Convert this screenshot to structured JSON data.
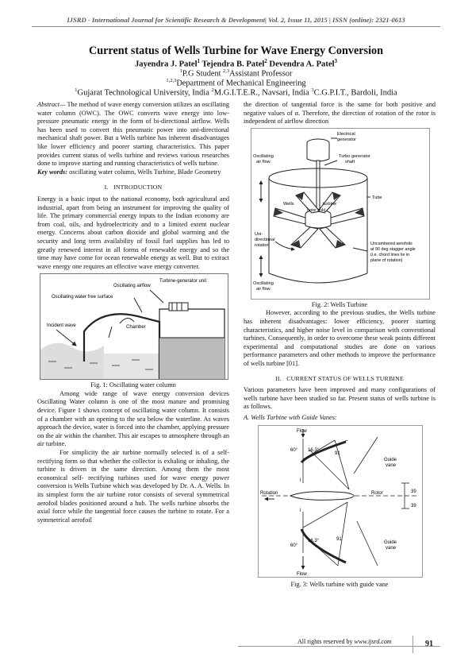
{
  "header": {
    "journal_line": "IJSRD - International Journal for Scientific Research & Development| Vol. 2, Issue 11, 2015 | ISSN (online): 2321-0613"
  },
  "paper": {
    "title": "Current status of Wells Turbine for Wave Energy Conversion",
    "authors": [
      {
        "name": "Jayendra J. Patel",
        "sup": "1"
      },
      {
        "name": "Tejendra B. Patel",
        "sup": "2"
      },
      {
        "name": "Devendra A. Patel",
        "sup": "3"
      }
    ],
    "aff1": {
      "sup1": "1",
      "text1": "P.G Student ",
      "sup2": "2,3",
      "text2": "Assistant Professor"
    },
    "aff2": {
      "sup": "1,2,3",
      "text": "Department of Mechanical Engineering"
    },
    "aff3": {
      "s1": "1",
      "t1": "Gujarat Technological University, India ",
      "s2": "2",
      "t2": "M.G.I.T.E.R., Navsari, India ",
      "s3": "3",
      "t3": "C.G.P.I.T., Bardoli, India"
    }
  },
  "left": {
    "abstract_label": "Abstract—",
    "abstract_text": " The method of wave energy conversion utilizes an oscillating water column (OWC). The OWC converts wave energy into low-pressure pneumatic energy in the form of bi-directional airflow. Wells has been used to convert this pneumatic power into uni-directional mechanical shaft power. But a Wells turbine has inherent disadvantages like lower efficiency and poorer starting characteristics. This paper provides current status of wells turbine and reviews various researches done to improve starting and running characteristics of wells turbine.",
    "keywords_label": "Key words:",
    "keywords_text": " oscillating water column, Wells Turbine, Blade Geometry",
    "sec1_num": "I.",
    "sec1_title": "INTRODUCTION",
    "intro_p1": "Energy is a basic input to the national economy, both agricultural and industrial, apart from being an instrument for improving the quality of life. The primary commercial energy inputs to the Indian economy are from coal, oils, and hydroelectricity and to a limited extent nuclear energy. Concerns about carbon dioxide and global warming and the security and long term availability of fossil fuel supplies has led to greatly renewed interest in all forms of renewable energy and so the time may have come for ocean renewable energy as well. But to extract wave energy one requires an effective wave energy converter.",
    "fig1": {
      "caption": "Fig. 1: Oscillating water column",
      "labels": {
        "airflow": "Oscillating airflow",
        "turbine": "Turbine-generator unit",
        "free_surface": "Oscillating water free surface",
        "incident": "Incident wave",
        "chamber": "Chamber"
      }
    },
    "p2": "Among wide range of wave energy conversion devices Oscillating Water column is one of the most mature and promising device. Figure 1 shows concept of oscillating water column. It consists of a chamber with an opening to the sea below the waterline. As waves approach the device, water is forced into the chamber, applying pressure on the air within the chamber. This air escapes to atmosphere through an air turbine.",
    "p3": "For simplicity the air turbine normally selected is of a self-rectifying form so that whether the collector is exhaling or inhaling, the turbine is driven in the same direction. Among them the most economical self- rectifying turbines used for wave energy power conversion is Wells Turbine which was developed by Dr. A. A. Wells. In its simplest form the air turbine rotor consists of several symmetrical aerofoil blades positioned around a hub. The wells turbine absorbs the axial force while the tangential force causes the turbine to rotate. For a symmetrical aerofoil"
  },
  "right": {
    "cont_text": "the direction of tangential force is the same for both positive and negative values of α. Therefore, the direction of rotation of the rotor is independent of airflow direction",
    "fig2": {
      "caption": "Fig. 2: Wells Turbine",
      "labels": {
        "electrical": "Electrical",
        "generator": "generator",
        "tg1": "Turbo generator",
        "tg2": "shaft",
        "osc1": "Oscillating",
        "osc2": "air flow",
        "tube": "Tube",
        "wells": "Wells",
        "turbine": "turbine",
        "hub": "(rotor hub)",
        "uni1": "Uni-",
        "uni2": "directional",
        "uni3": "rotation",
        "unc1": "Uncambered aerofoils",
        "unc2": "at 90 deg stagger angle",
        "unc3": "(i.e. chord lines lie in",
        "unc4": "plane of rotation)",
        "osc3": "Oscillating",
        "osc4": "air flow"
      }
    },
    "p1": "However, according to the previous studies, the Wells turbine has inherent disadvantages: lower efficiency, poorer starting characteristics, and higher noise level in comparison with conventional turbines. Consequently, in order to overcome these weak points different experimental and computational studies are done on various performance parameters and other methods to improve the performance of wells turbine [01].",
    "sec2_num": "II.",
    "sec2_title": "CURRENT STATUS OF WELLS TURBINE",
    "p2": "Various parameters have been improved and many configurations of wells turbine have been studied so far. Present status of wells turbine is as follows.",
    "subA": "A.   Wells Turbine with Guide Vanes:",
    "fig3": {
      "caption": "Fig. 3: Wells turbine with guide vane",
      "labels": {
        "flow_top": "Flow",
        "a60_top": "60°",
        "a16_top": "16.3°",
        "n91_top": "91",
        "guide_top1": "Guide",
        "guide_top2": "vane",
        "l_top": "l",
        "rotation": "Rotation",
        "rotor": "Rotor",
        "n39a": "39",
        "n39b": "39",
        "l_bot": "l",
        "a60_bot": "60°",
        "a16_bot": "16.3°",
        "n91_bot": "91",
        "guide_bot1": "Guide",
        "guide_bot2": "vane",
        "flow_bot": "Flow"
      }
    }
  },
  "footer": {
    "rights": "All rights reserved by ",
    "site": "www.ijsrd.com",
    "page": "91"
  }
}
